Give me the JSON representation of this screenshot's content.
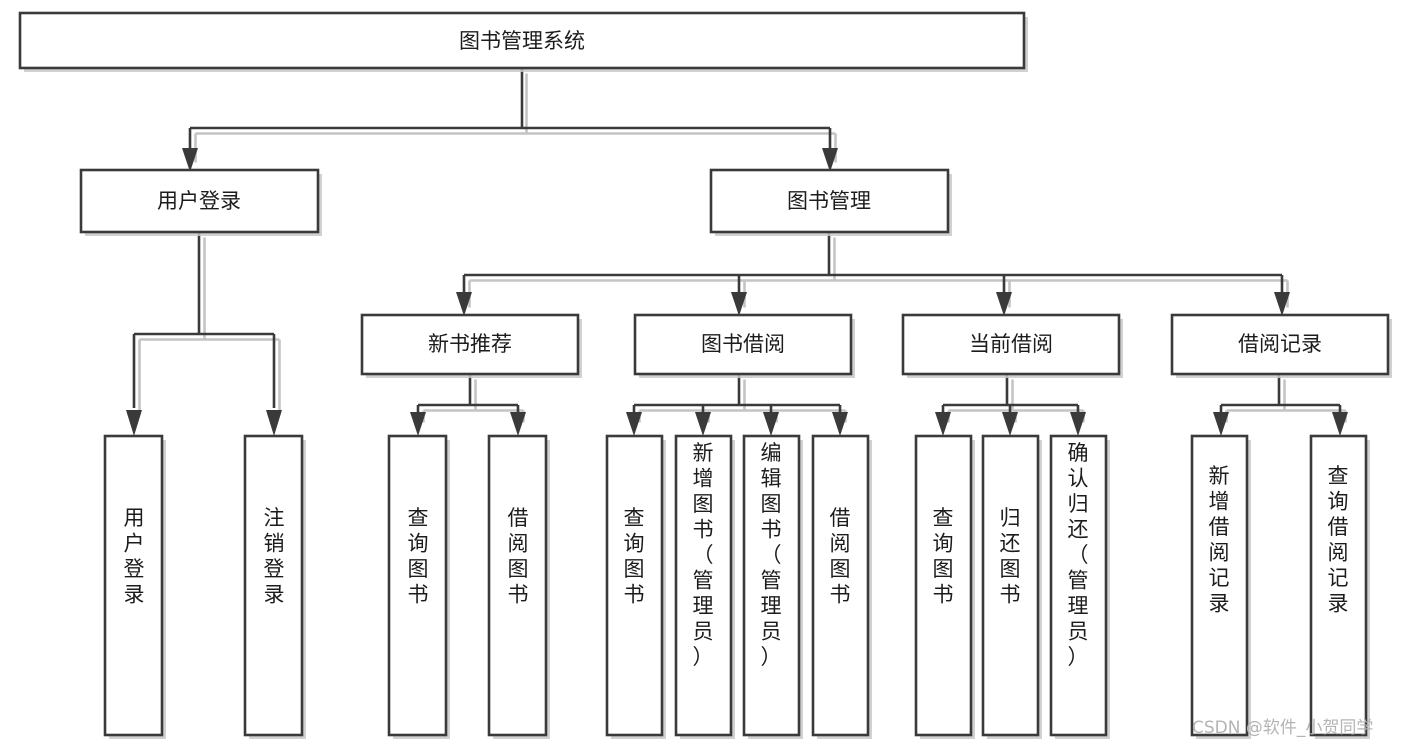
{
  "diagram": {
    "type": "hierarchy-tree",
    "root": {
      "id": "root",
      "label": "图书管理系统",
      "orientation": "horizontal"
    },
    "level2": [
      {
        "id": "user-login",
        "label": "用户登录",
        "orientation": "horizontal"
      },
      {
        "id": "book-management",
        "label": "图书管理",
        "orientation": "horizontal"
      }
    ],
    "level3": [
      {
        "id": "new-book-recommend",
        "label": "新书推荐",
        "parent": "book-management",
        "orientation": "horizontal"
      },
      {
        "id": "book-borrow",
        "label": "图书借阅",
        "parent": "book-management",
        "orientation": "horizontal"
      },
      {
        "id": "current-borrow",
        "label": "当前借阅",
        "parent": "book-management",
        "orientation": "horizontal"
      },
      {
        "id": "borrow-record",
        "label": "借阅记录",
        "parent": "book-management",
        "orientation": "horizontal"
      }
    ],
    "leaves": [
      {
        "id": "leaf-user-login",
        "label": "用户登录",
        "parent": "user-login",
        "orientation": "vertical"
      },
      {
        "id": "leaf-user-logout",
        "label": "注销登录",
        "parent": "user-login",
        "orientation": "vertical"
      },
      {
        "id": "leaf-query-book-1",
        "label": "查询图书",
        "parent": "new-book-recommend",
        "orientation": "vertical"
      },
      {
        "id": "leaf-borrow-book-1",
        "label": "借阅图书",
        "parent": "new-book-recommend",
        "orientation": "vertical"
      },
      {
        "id": "leaf-query-book-2",
        "label": "查询图书",
        "parent": "book-borrow",
        "orientation": "vertical"
      },
      {
        "id": "leaf-add-book",
        "label": "新增图书（管理员）",
        "parent": "book-borrow",
        "orientation": "vertical"
      },
      {
        "id": "leaf-edit-book",
        "label": "编辑图书（管理员）",
        "parent": "book-borrow",
        "orientation": "vertical"
      },
      {
        "id": "leaf-borrow-book-2",
        "label": "借阅图书",
        "parent": "book-borrow",
        "orientation": "vertical"
      },
      {
        "id": "leaf-query-book-3",
        "label": "查询图书",
        "parent": "current-borrow",
        "orientation": "vertical"
      },
      {
        "id": "leaf-return-book",
        "label": "归还图书",
        "parent": "current-borrow",
        "orientation": "vertical"
      },
      {
        "id": "leaf-confirm-return",
        "label": "确认归还（管理员）",
        "parent": "current-borrow",
        "orientation": "vertical"
      },
      {
        "id": "leaf-add-record",
        "label": "新增借阅记录",
        "parent": "borrow-record",
        "orientation": "vertical"
      },
      {
        "id": "leaf-query-record",
        "label": "查询借阅记录",
        "parent": "borrow-record",
        "orientation": "vertical"
      }
    ],
    "colors": {
      "box_fill": "#ffffff",
      "box_stroke": "#3a3a3a",
      "text": "#1c1c1c",
      "shadow": "#c9c9c9",
      "background": "#ffffff"
    }
  },
  "watermark": {
    "text": "CSDN @软件_小贺同学"
  }
}
